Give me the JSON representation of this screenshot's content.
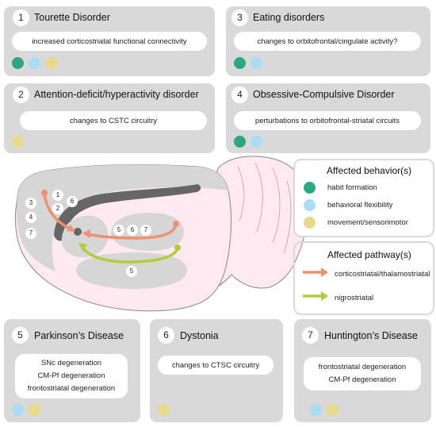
{
  "disorders": [
    {
      "number": "1",
      "title": "Tourette Disorder",
      "descriptions": [
        "increased corticostriatal functional connectivity"
      ],
      "dots": [
        "habit",
        "flexibility",
        "motor"
      ]
    },
    {
      "number": "2",
      "title": "Attention-deficit/hyperactivity disorder",
      "descriptions": [
        "changes to CSTC circuitry"
      ],
      "dots": [
        "motor"
      ]
    },
    {
      "number": "3",
      "title": "Eating disorders",
      "descriptions": [
        "changes to orbitofrontal/cingulate activity?"
      ],
      "dots": [
        "habit",
        "flexibility"
      ]
    },
    {
      "number": "4",
      "title": "Obsessive-Compulsive Disorder",
      "descriptions": [
        "perturbations to orbitofrontal-striatal circuits"
      ],
      "dots": [
        "habit",
        "flexibility"
      ]
    },
    {
      "number": "5",
      "title": "Parkinson’s Disease",
      "descriptions": [
        "SNc degeneration",
        "CM-Pf degeneration",
        "frontostriatal degeneration"
      ],
      "dots": [
        "flexibility",
        "motor"
      ]
    },
    {
      "number": "6",
      "title": "Dystonia",
      "descriptions": [
        "changes to CTSC circuitry"
      ],
      "dots": [
        "motor"
      ]
    },
    {
      "number": "7",
      "title": "Huntington’s Disease",
      "descriptions": [
        "frontostriatal degeneration",
        "CM-Pf degeneration"
      ],
      "dots": [
        "flexibility",
        "motor"
      ]
    }
  ],
  "legend_behavior": {
    "title": "Affected behavior(s)",
    "items": [
      {
        "key": "habit",
        "label": "habit formation",
        "color": "#2aa884"
      },
      {
        "key": "flexibility",
        "label": "behavioral flexibility",
        "color": "#a9dcf5"
      },
      {
        "key": "motor",
        "label": "movement/sensorimotor",
        "color": "#e8da88"
      }
    ]
  },
  "legend_pathway": {
    "title": "Affected pathway(s)",
    "items": [
      {
        "label": "corticostriatal/thalamostriatal",
        "color": "#ef9070"
      },
      {
        "label": "nigrostriatal",
        "color": "#b5cc3a"
      }
    ]
  },
  "brain_labels": {
    "cortex": [
      "3",
      "1",
      "2",
      "6",
      "4",
      "7"
    ],
    "thalamus": [
      "5",
      "6",
      "7"
    ],
    "midbrain": [
      "5"
    ]
  },
  "colors": {
    "card": "#d9d9d9",
    "brain_outline": "#888888",
    "brain_fill": "#fde9ef",
    "gray_region": "#d6d6d6",
    "corpus_callosum": "#666666",
    "corticostriatal": "#ef9070",
    "nigrostriatal": "#b5cc3a"
  }
}
